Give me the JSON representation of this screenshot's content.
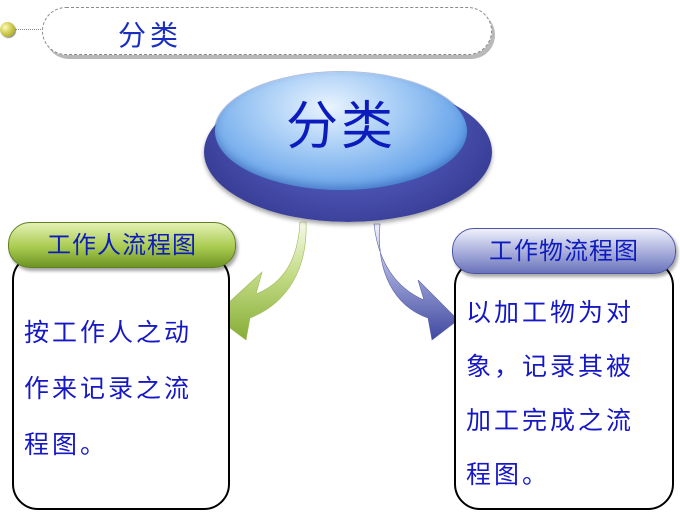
{
  "header": {
    "title": "分类"
  },
  "center": {
    "label": "分类"
  },
  "left": {
    "title": "工作人流程图",
    "lines": [
      "按工作人之动",
      "作来记录之流",
      "程图。"
    ]
  },
  "right": {
    "title": "工作物流程图",
    "lines": [
      "以加工物为对",
      "象，记录其被",
      "加工完成之流",
      "程图。"
    ]
  },
  "colors": {
    "text_blue": "#1518c4",
    "left_accent": "#a9cb4f",
    "right_accent": "#6a73bb",
    "disc_blue": "#5f9ee8"
  }
}
